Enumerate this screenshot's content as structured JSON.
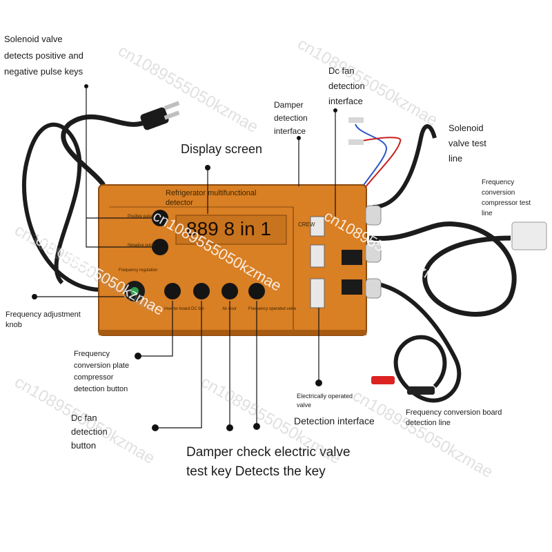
{
  "device": {
    "title_line1": "Refrigerator multifunctional",
    "title_line2": "detector",
    "display": "889 8 in 1",
    "panel_labels": {
      "positive_pulse": "Positive pulse",
      "negative_pulse": "Negative pulse",
      "freq_regulation": "Frequency regulation",
      "inverter_board": "Inverter board DC fan",
      "air_door": "Air door",
      "freq_sample": "Frequency operated valve",
      "crew": "CREW"
    }
  },
  "callouts": {
    "solenoid_keys": [
      "Solenoid valve",
      "detects positive and",
      "negative pulse keys"
    ],
    "display_screen": "Display screen",
    "damper_interface": [
      "Damper",
      "detection",
      "interface"
    ],
    "dc_fan_interface": [
      "Dc fan",
      "detection",
      "interface"
    ],
    "solenoid_test_line": [
      "Solenoid",
      "valve test",
      "line"
    ],
    "freq_compressor_line": [
      "Frequency",
      "conversion",
      "compressor test",
      "line"
    ],
    "freq_knob": [
      "Frequency adjustment",
      "knob"
    ],
    "freq_plate_button": [
      "Frequency",
      "conversion plate",
      "compressor",
      "detection button"
    ],
    "dc_fan_button": [
      "Dc fan",
      "detection",
      "button"
    ],
    "electric_valve": [
      "Electrically operated",
      "valve"
    ],
    "detection_interface": "Detection interface",
    "freq_board_line": [
      "Frequency conversion board",
      "detection line"
    ],
    "bottom_caption": [
      "Damper check electric valve",
      "test key Detects the key"
    ]
  },
  "watermark": "cn1089555050kzmae",
  "colors": {
    "panel": "#d97f24",
    "panel_dark": "#a65a12",
    "cable": "#1c1c1c",
    "connector": "#e6e6e6"
  }
}
